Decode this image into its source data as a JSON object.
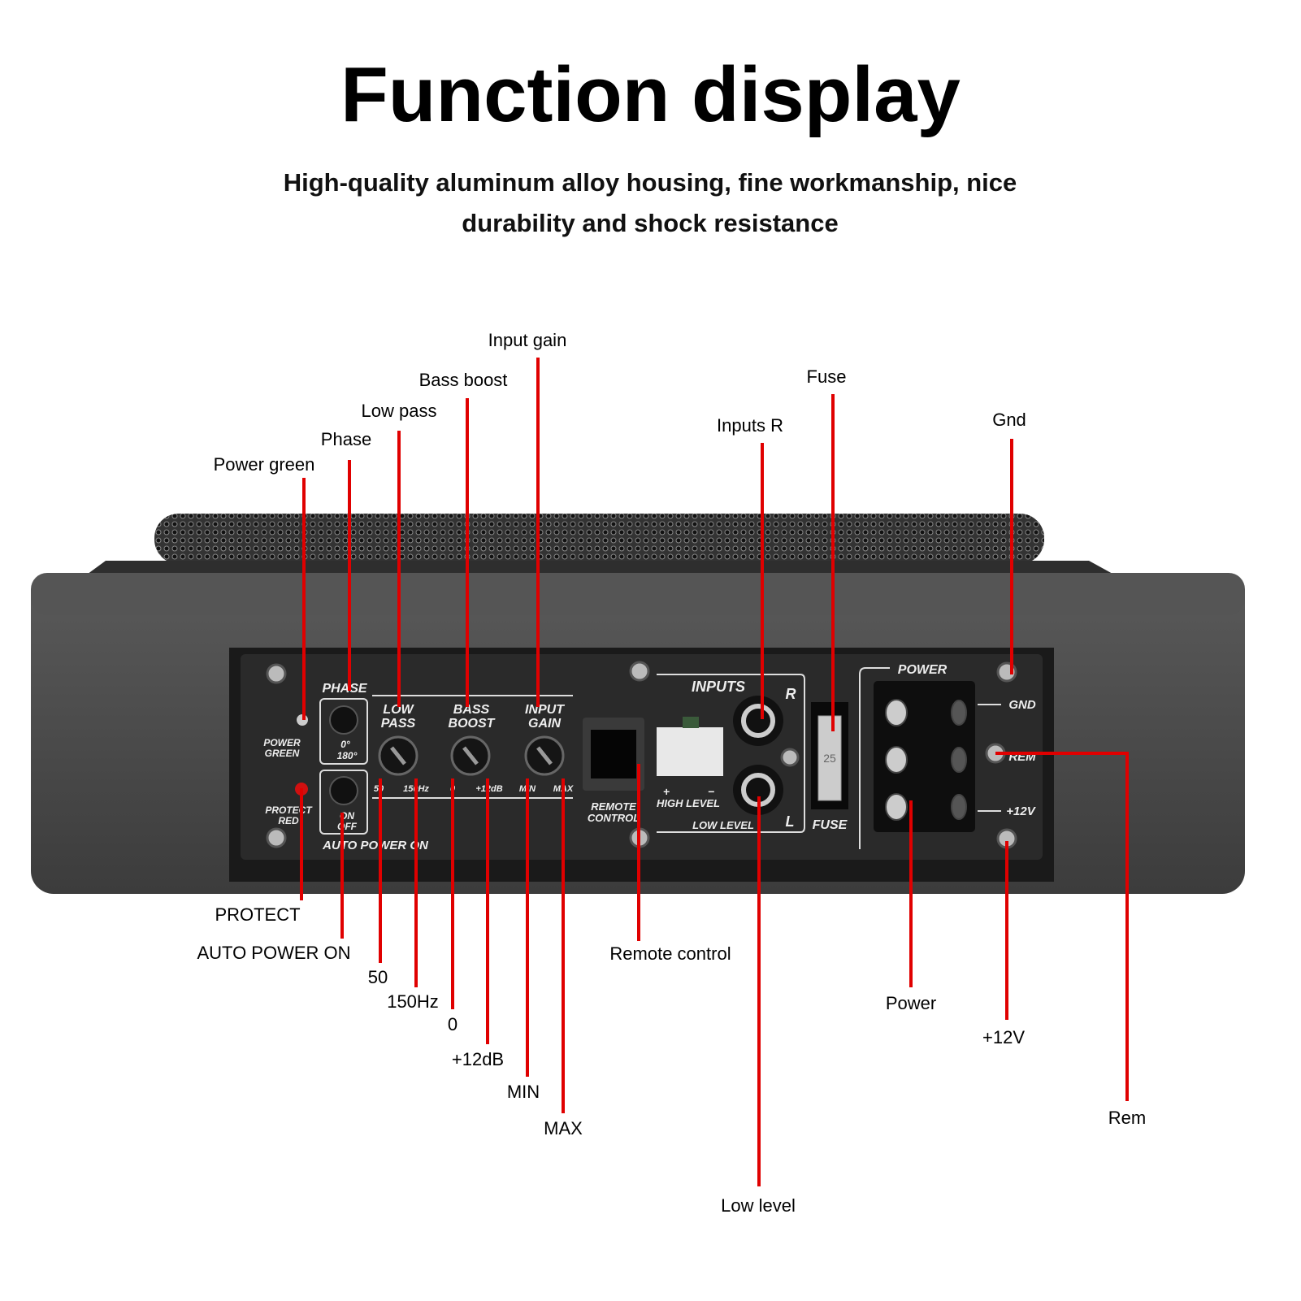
{
  "title": "Function display",
  "subtitle": "High-quality aluminum alloy housing, fine workmanship, nice durability and shock resistance",
  "colors": {
    "callout_line": "#e00000",
    "housing": "#4a4a4a",
    "panel": "#262626"
  },
  "callouts": {
    "power_green": "Power green",
    "phase": "Phase",
    "low_pass": "Low pass",
    "bass_boost": "Bass boost",
    "input_gain": "Input gain",
    "inputs_r": "Inputs R",
    "fuse": "Fuse",
    "gnd": "Gnd",
    "protect": "PROTECT",
    "auto_power_on": "AUTO POWER ON",
    "lp_50": "50",
    "lp_150": "150Hz",
    "bb_0": "0",
    "bb_12": "+12dB",
    "min": "MIN",
    "max": "MAX",
    "remote_control": "Remote control",
    "low_level": "Low level",
    "power": "Power",
    "plus12v": "+12V",
    "rem": "Rem"
  },
  "panel": {
    "phase": "PHASE",
    "phase_0": "0°",
    "phase_180": "180°",
    "power_green": [
      "POWER",
      "GREEN"
    ],
    "protect_red": [
      "PROTECT",
      "RED"
    ],
    "on": "ON",
    "off": "OFF",
    "auto_power_on": "AUTO POWER ON",
    "low_pass": [
      "LOW",
      "PASS"
    ],
    "bass_boost": [
      "BASS",
      "BOOST"
    ],
    "input_gain": [
      "INPUT",
      "GAIN"
    ],
    "lp_50": "50",
    "lp_150": "150Hz",
    "bb_0": "0",
    "bb_12": "+12dB",
    "min": "MIN",
    "max": "MAX",
    "remote_control": [
      "REMOTE",
      "CONTROL"
    ],
    "inputs": "INPUTS",
    "r": "R",
    "l": "L",
    "high_level": "HIGH LEVEL",
    "plus": "+",
    "minus": "−",
    "low_level": "LOW LEVEL",
    "fuse": "FUSE",
    "fuse_rating": "25",
    "power": "POWER",
    "gnd": "GND",
    "rem": "REM",
    "plus12v": "+12V"
  }
}
